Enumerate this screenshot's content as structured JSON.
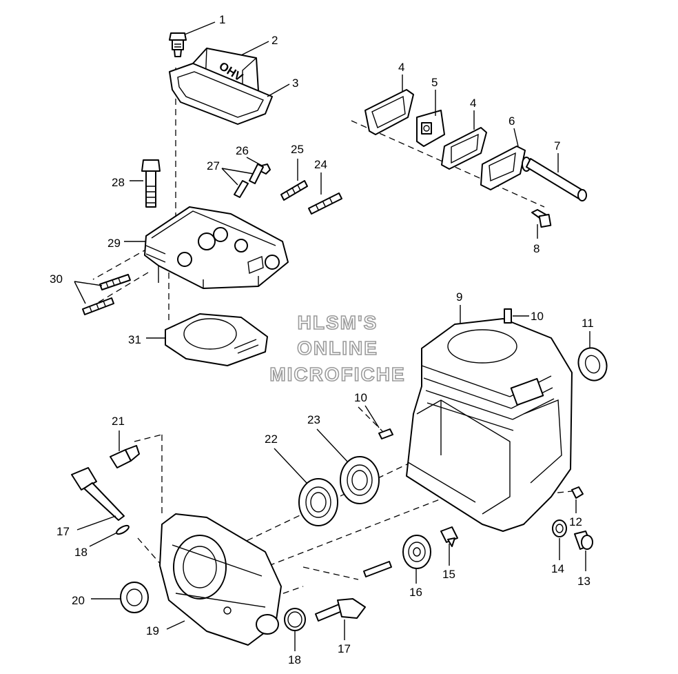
{
  "watermark": [
    "HLSM'S",
    "ONLINE",
    "MICROFICHE"
  ],
  "cover_emboss": "OHV",
  "callouts": {
    "c1": "1",
    "c2": "2",
    "c3": "3",
    "c4a": "4",
    "c5": "5",
    "c4b": "4",
    "c6": "6",
    "c7": "7",
    "c8": "8",
    "c9": "9",
    "c10a": "10",
    "c11": "11",
    "c10b": "10",
    "c12": "12",
    "c13": "13",
    "c14": "14",
    "c15": "15",
    "c16": "16",
    "c17a": "17",
    "c18a": "18",
    "c20": "20",
    "c19": "19",
    "c18b": "18",
    "c17b": "17",
    "c21": "21",
    "c22": "22",
    "c23": "23",
    "c24": "24",
    "c25": "25",
    "c26": "26",
    "c27": "27",
    "c28": "28",
    "c29": "29",
    "c30": "30",
    "c31": "31"
  }
}
